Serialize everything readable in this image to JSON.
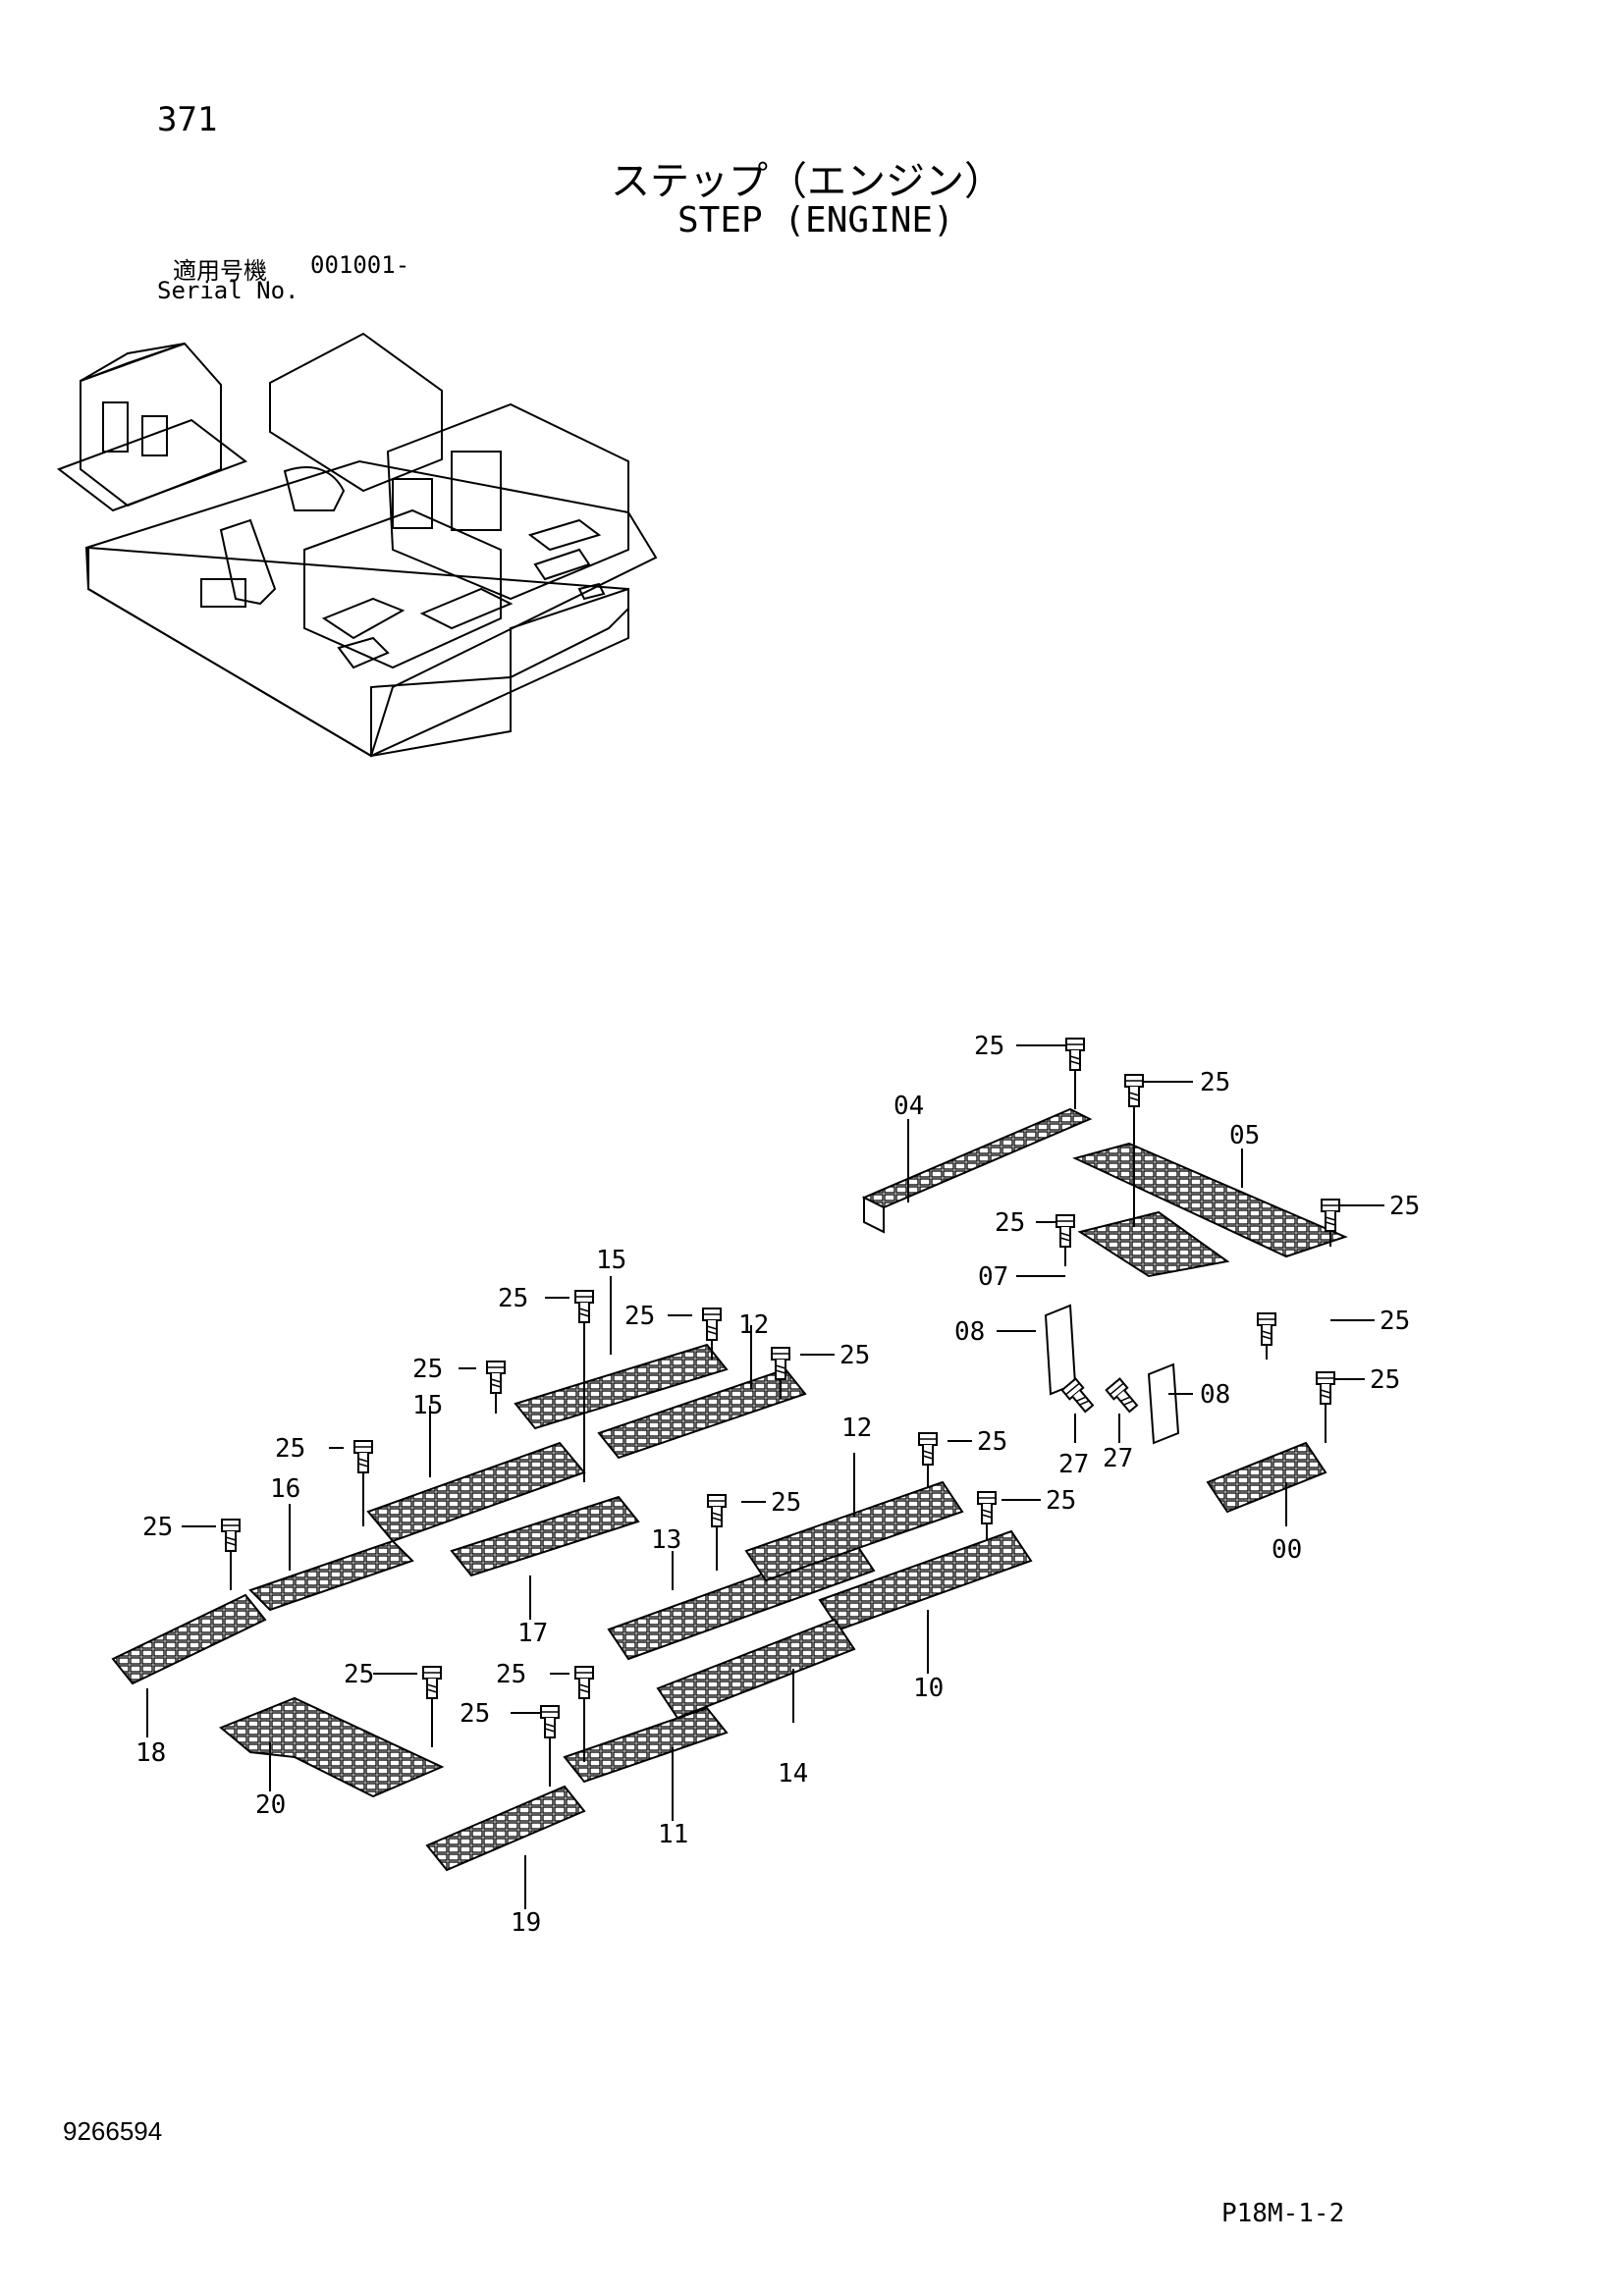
{
  "header": {
    "page_number": "371",
    "title_jp": "ステップ（エンジン）",
    "title_en": "STEP (ENGINE)",
    "serial_label_jp": "適用号機",
    "serial_value": "001001-",
    "serial_label_en": "Serial No."
  },
  "callouts": [
    "25",
    "25",
    "04",
    "05",
    "25",
    "25",
    "07",
    "25",
    "08",
    "08",
    "25",
    "27",
    "27",
    "00",
    "15",
    "25",
    "25",
    "12",
    "25",
    "25",
    "15",
    "12",
    "25",
    "25",
    "16",
    "25",
    "25",
    "25",
    "13",
    "17",
    "10",
    "18",
    "25",
    "25",
    "25",
    "14",
    "20",
    "11",
    "19"
  ],
  "footer": {
    "doc_number": "9266594",
    "page_code": "P18M-1-2"
  }
}
